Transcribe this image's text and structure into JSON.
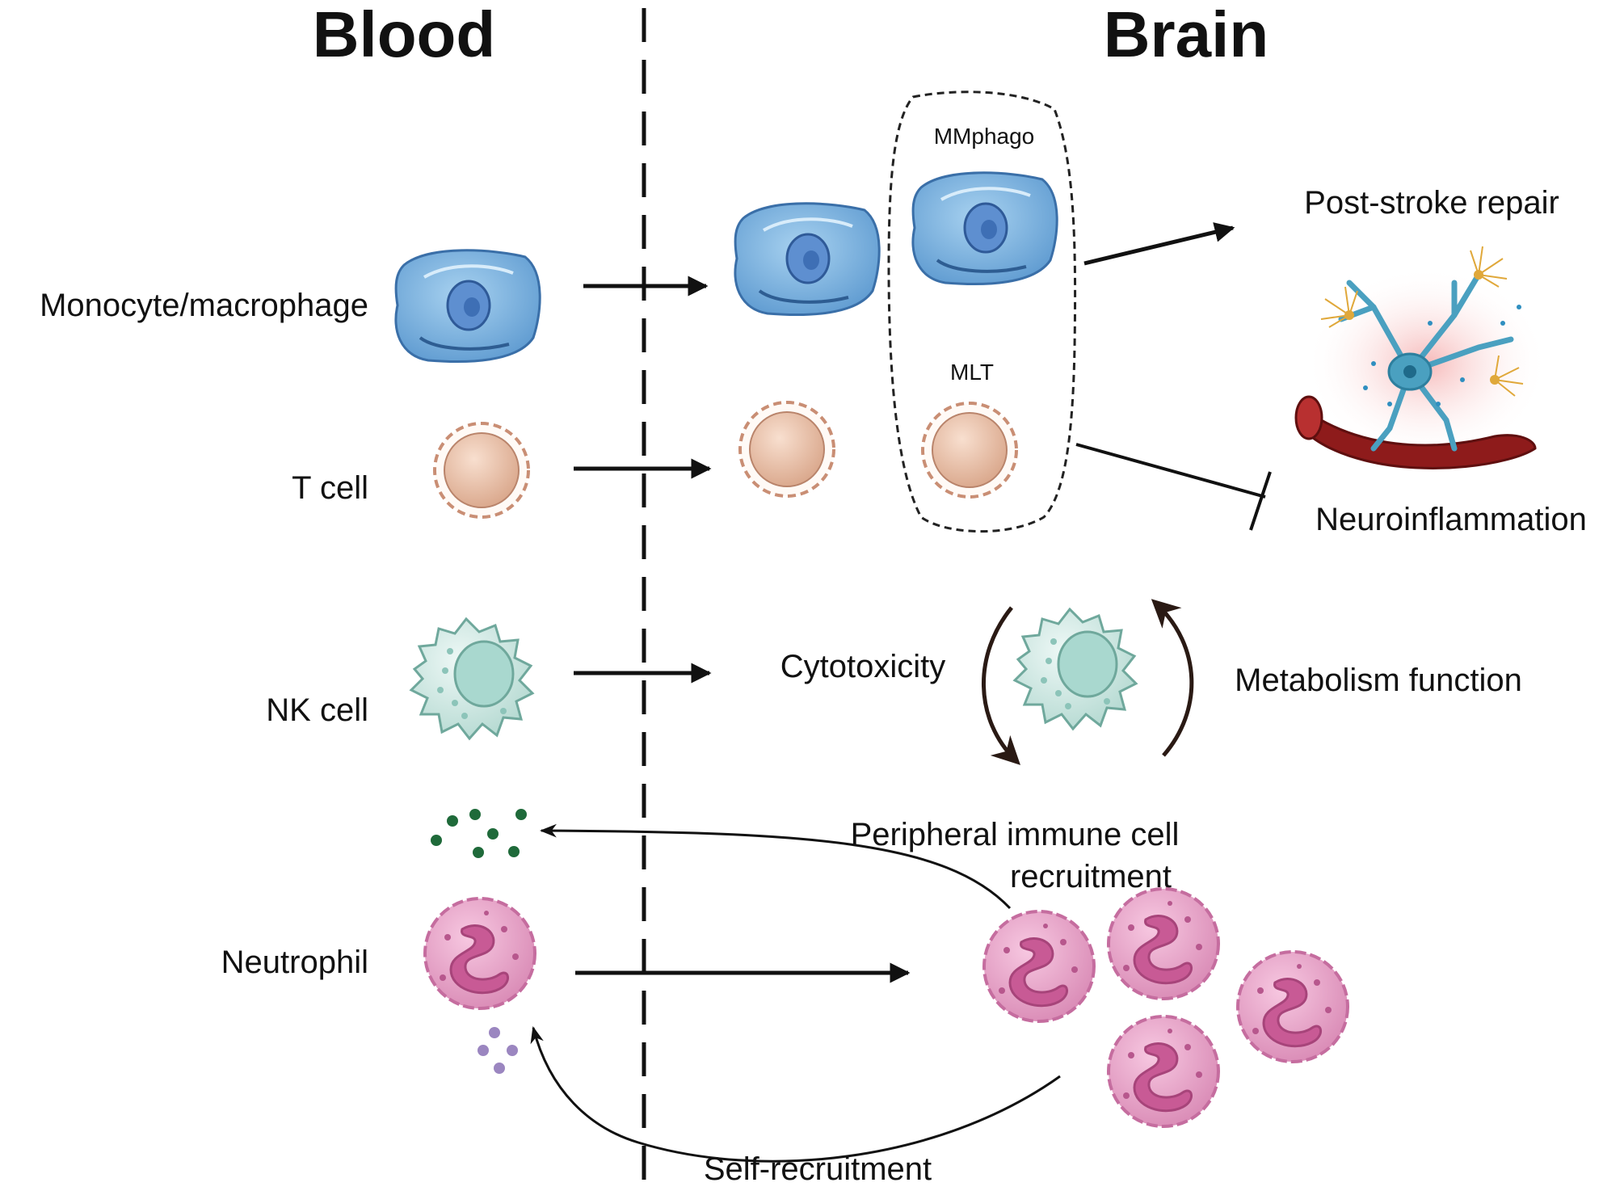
{
  "header": {
    "left_title": "Blood",
    "right_title": "Brain"
  },
  "blood_cells": {
    "monocyte_label": "Monocyte/macrophage",
    "tcell_label": "T cell",
    "nkcell_label": "NK cell",
    "neutrophil_label": "Neutrophil"
  },
  "brain": {
    "mmphago_label": "MMphago",
    "mlt_label": "MLT",
    "repair_label": "Post-stroke repair",
    "neuroinflammation_label": "Neuroinflammation",
    "cytotoxicity_label": "Cytotoxicity",
    "metabolism_label": "Metabolism function",
    "peripheral_label_line1": "Peripheral immune cell",
    "peripheral_label_line2": "recruitment",
    "self_recruitment_label": "Self-recruitment"
  },
  "colors": {
    "monocyte": "#7fb7e0",
    "tcell": "#f0cdb6",
    "nkcell": "#cfe9e4",
    "neutrophil": "#eeaed0",
    "green_dots": "#1f6a3a",
    "purple_dots": "#9b86c0",
    "vessel": "#8e1b1b"
  }
}
